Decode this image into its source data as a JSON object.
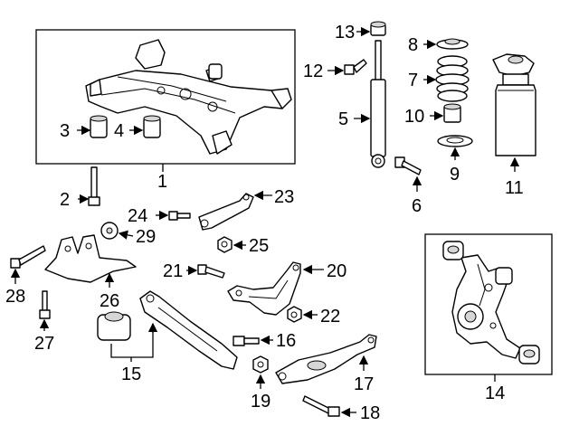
{
  "callouts": {
    "c1": "1",
    "c2": "2",
    "c3": "3",
    "c4": "4",
    "c5": "5",
    "c6": "6",
    "c7": "7",
    "c8": "8",
    "c9": "9",
    "c10": "10",
    "c11": "11",
    "c12": "12",
    "c13": "13",
    "c14": "14",
    "c15": "15",
    "c16": "16",
    "c17": "17",
    "c18": "18",
    "c19": "19",
    "c20": "20",
    "c21": "21",
    "c22": "22",
    "c23": "23",
    "c24": "24",
    "c25": "25",
    "c26": "26",
    "c27": "27",
    "c28": "28",
    "c29": "29"
  },
  "colors": {
    "line": "#000000",
    "background": "#ffffff",
    "shade": "#d6d6d6"
  }
}
